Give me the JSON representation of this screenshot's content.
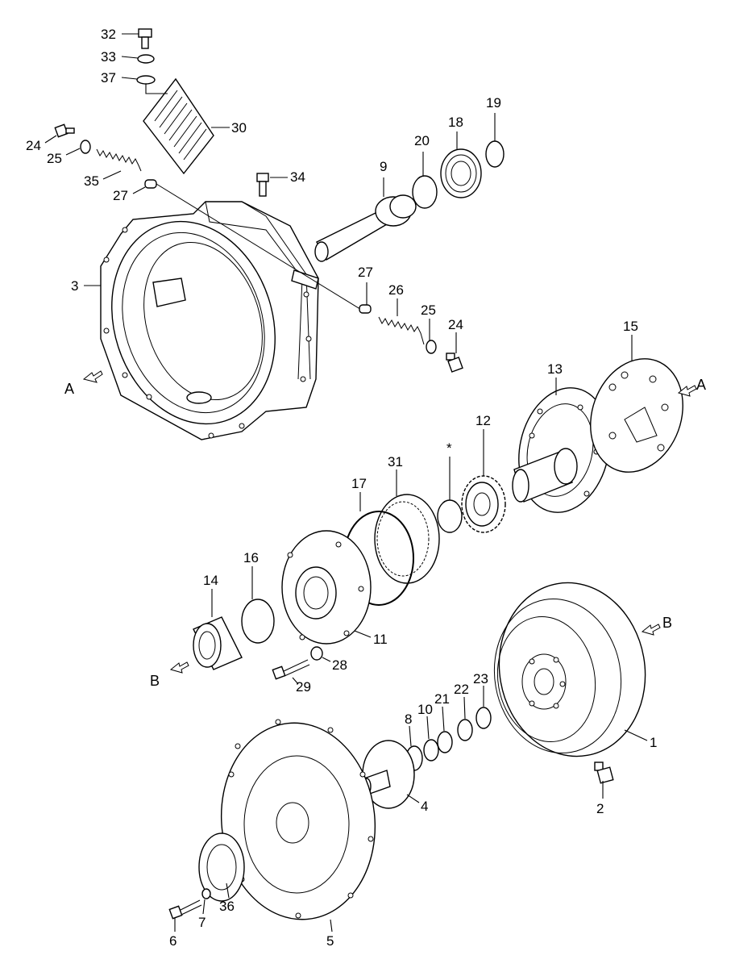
{
  "callouts": {
    "p1": "1",
    "p2": "2",
    "p3": "3",
    "p4": "4",
    "p5": "5",
    "p6": "6",
    "p7": "7",
    "p8": "8",
    "p9": "9",
    "p10": "10",
    "p11": "11",
    "p12": "12",
    "p13": "13",
    "p14": "14",
    "p15": "15",
    "p16": "16",
    "p17": "17",
    "p18": "18",
    "p19": "19",
    "p20": "20",
    "p21": "21",
    "p22": "22",
    "p23": "23",
    "p24a": "24",
    "p24b": "24",
    "p25a": "25",
    "p25b": "25",
    "p26": "26",
    "p27a": "27",
    "p27b": "27",
    "p28": "28",
    "p29": "29",
    "p30": "30",
    "p31": "31",
    "p32": "32",
    "p33": "33",
    "p34": "34",
    "p35": "35",
    "p36": "36",
    "p37": "37",
    "star": "*"
  },
  "views": {
    "a_left": "A",
    "a_right": "A",
    "b_left": "B",
    "b_right": "B"
  }
}
